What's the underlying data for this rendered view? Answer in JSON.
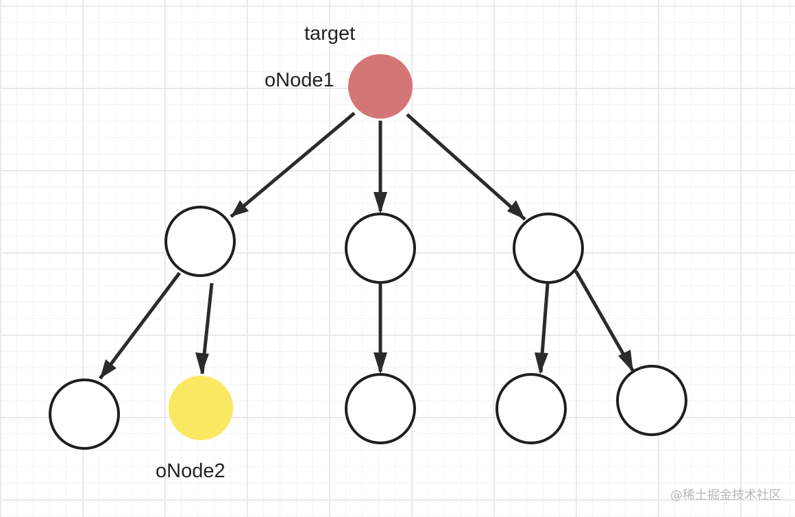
{
  "labels": {
    "target": "target",
    "onode1": "oNode1",
    "onode2": "oNode2"
  },
  "watermark": "@稀土掘金技术社区",
  "colors": {
    "root_fill": "#d57676",
    "highlight_fill": "#fbe862",
    "node_fill": "#ffffff",
    "stroke": "#1f1f1f",
    "edge": "#2b2b2b"
  },
  "tree": {
    "root": "oNode1",
    "nodes": [
      {
        "id": "oNode1",
        "role": "target",
        "highlight": "red"
      },
      {
        "id": "child-left"
      },
      {
        "id": "child-middle"
      },
      {
        "id": "child-right"
      },
      {
        "id": "leaf-1"
      },
      {
        "id": "oNode2",
        "highlight": "yellow"
      },
      {
        "id": "leaf-3"
      },
      {
        "id": "leaf-4"
      },
      {
        "id": "leaf-5"
      }
    ],
    "edges": [
      [
        "oNode1",
        "child-left"
      ],
      [
        "oNode1",
        "child-middle"
      ],
      [
        "oNode1",
        "child-right"
      ],
      [
        "child-left",
        "leaf-1"
      ],
      [
        "child-left",
        "oNode2"
      ],
      [
        "child-middle",
        "leaf-3"
      ],
      [
        "child-right",
        "leaf-4"
      ],
      [
        "child-right",
        "leaf-5"
      ]
    ]
  }
}
